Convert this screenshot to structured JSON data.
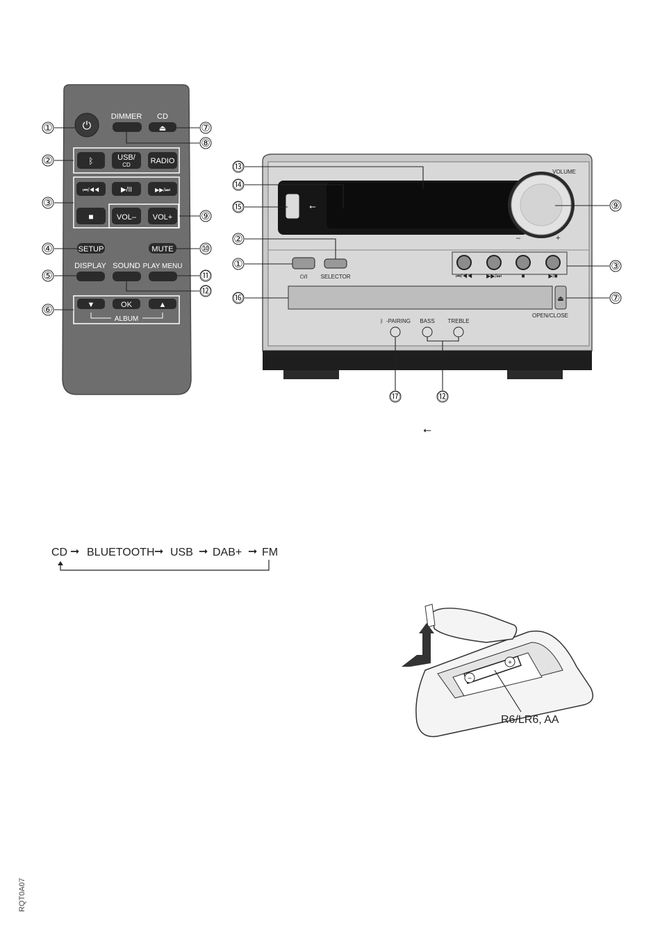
{
  "remote": {
    "buttons": {
      "dimmer": "DIMMER",
      "cd": "CD",
      "usb_cd_top": "USB/",
      "usb_cd_bottom": "CD",
      "radio": "RADIO",
      "skip_back": "⏮/◀◀",
      "play_pause": "▶/II",
      "skip_fwd": "▶▶/⏭",
      "stop": "■",
      "vol_minus": "VOL–",
      "vol_plus": "VOL+",
      "setup": "SETUP",
      "mute": "MUTE",
      "display": "DISPLAY",
      "sound": "SOUND",
      "play_menu": "PLAY MENU",
      "down": "▼",
      "ok": "OK",
      "up": "▲",
      "album": "ALBUM"
    },
    "callouts": [
      "①",
      "②",
      "③",
      "④",
      "⑤",
      "⑥",
      "⑦",
      "⑧",
      "⑨",
      "⑩",
      "⑪",
      "⑫"
    ]
  },
  "unit": {
    "labels": {
      "volume": "VOLUME",
      "minus": "–",
      "plus": "+",
      "power": "⏻/I",
      "selector": "SELECTOR",
      "skip_back": "⏮/◀◀",
      "skip_fwd": "▶▶/⏭",
      "stop": "■",
      "play_pause": "▶/■",
      "open_close": "OPEN/CLOSE",
      "pairing": "-PAIRING",
      "bass": "BASS",
      "treble": "TREBLE"
    },
    "callouts": [
      "⑬",
      "⑭",
      "⑮",
      "②",
      "①",
      "⑯",
      "⑨",
      "③",
      "⑦",
      "⑰",
      "⑫"
    ]
  },
  "usb_symbol": "⭠",
  "selector_sequence": [
    "CD",
    "BLUETOOTH",
    "USB",
    "DAB+",
    "FM"
  ],
  "battery": {
    "label": "R6/LR6, AA"
  },
  "side_code": "RQT0A07"
}
